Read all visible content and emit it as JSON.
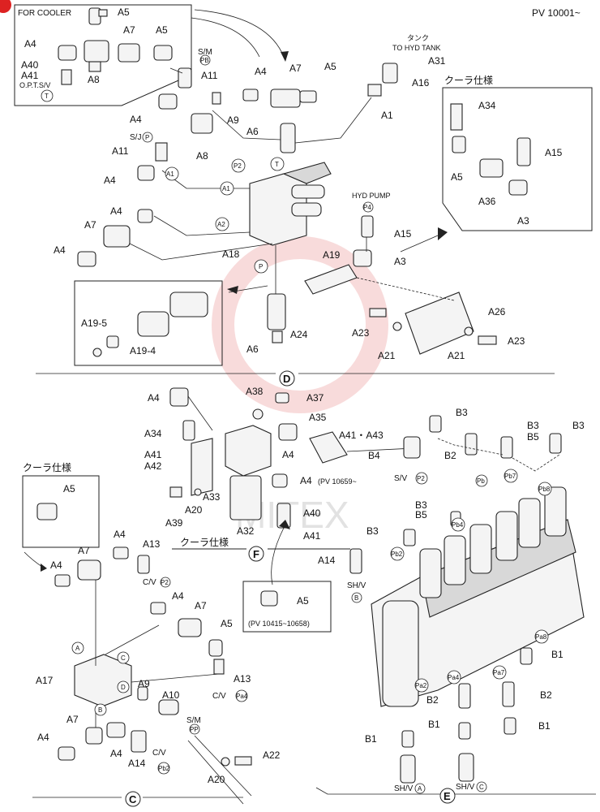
{
  "header": {
    "serial_range": "PV 10001~"
  },
  "watermark": {
    "text": "MITEX"
  },
  "top_box": {
    "title": "FOR COOLER"
  },
  "labels": {
    "a5_tb1": "A5",
    "a4_tb": "A4",
    "a8_tb": "A8",
    "a7_tb": "A7",
    "a5_tb2": "A5",
    "a40": "A40",
    "a41_tb": "A41",
    "opts": "O.P.T.S/V",
    "sm": "S/M",
    "a11_1": "A11",
    "a4_d1": "A4",
    "a7_d": "A7",
    "a5_d": "A5",
    "tank_jp": "タンク",
    "tank": "TO HYD TANK",
    "a31": "A31",
    "a16": "A16",
    "a1": "A1",
    "a4_d2": "A4",
    "a9_d": "A9",
    "a8_d": "A8",
    "a6_d1": "A6",
    "sj": "S/J",
    "a11_2": "A11",
    "a4_d3": "A4",
    "a4_d4": "A4",
    "a7_d2": "A7",
    "a4_d5": "A4",
    "a18": "A18",
    "hyd_pump": "HYD PUMP",
    "a15_d": "A15",
    "a19": "A19",
    "a3_d": "A3",
    "cooler_jp": "クーラ仕様",
    "a34_d": "A34",
    "a15_c": "A15",
    "a5_c": "A5",
    "a36": "A36",
    "a3_c": "A3",
    "a26": "A26",
    "a23_1": "A23",
    "a21_1": "A21",
    "a21_2": "A21",
    "a23_2": "A23",
    "a24": "A24",
    "a6_d2": "A6",
    "a19_5": "A19-5",
    "a19_4": "A19-4",
    "sec_d": "D",
    "a4_f1": "A4",
    "a38": "A38",
    "a37": "A37",
    "a34_f": "A34",
    "a35": "A35",
    "a41_a43": "A41・A43",
    "a41_f": "A41",
    "a42": "A42",
    "a4_f2": "A4",
    "a4_f3": "A4",
    "pv_10659": "(PV 10659~",
    "a33": "A33",
    "a20_f": "A20",
    "a39": "A39",
    "a32": "A32",
    "cooler_jp_f": "クーラ仕様",
    "a40_f": "A40",
    "a41_f2": "A41",
    "sec_f": "F",
    "a5_box": "A5",
    "pv_range_box": "(PV 10415~10658)",
    "cooler_jp_c": "クーラ仕様",
    "a5_cbox": "A5",
    "a7_c1": "A7",
    "a4_c1": "A4",
    "a4_c2": "A4",
    "a13_1": "A13",
    "cv_1": "C/V",
    "a4_c3": "A4",
    "a7_c2": "A7",
    "a5_c2": "A5",
    "a13_2": "A13",
    "cv_2": "C/V",
    "a17": "A17",
    "a9_c": "A9",
    "a10": "A10",
    "sm_c": "S/M",
    "a7_c3": "A7",
    "a4_c4": "A4",
    "a4_c5": "A4",
    "a14_c": "A14",
    "cv_3": "C/V",
    "a22": "A22",
    "a20_c": "A20",
    "sec_c": "C",
    "b3_1": "B3",
    "b3_2": "B3",
    "b3_3": "B3",
    "b5_1": "B5",
    "b4": "B4",
    "b2_1": "B2",
    "sv": "S/V",
    "b3_4": "B3",
    "b5_2": "B5",
    "b3_5": "B3",
    "a14_e": "A14",
    "shv_1": "SH/V",
    "b1_1": "B1",
    "b2_2": "B2",
    "b2_3": "B2",
    "b1_2": "B1",
    "b1_3": "B1",
    "b1_4": "B1",
    "shv_2": "SH/V",
    "shv_3": "SH/V",
    "sec_e": "E"
  },
  "circles": {
    "pb": "PB",
    "t1": "T",
    "p1": "P",
    "a1_1": "A1",
    "p2": "P2",
    "t2": "T",
    "a1_2": "A1",
    "a2": "A2",
    "p3": "P",
    "p4": "P4",
    "p2_sv": "P2",
    "pb_2": "Pb",
    "pb7": "Pb7",
    "pb8": "Pb8",
    "pb4": "Pb4",
    "pb2": "Pb2",
    "b_shv": "B",
    "pa8": "Pa8",
    "pa4": "Pa4",
    "pa7": "Pa7",
    "pa2": "Pa2",
    "a_shv": "A",
    "c_shv": "C",
    "p2_cv": "P2",
    "a_c": "A",
    "c_c": "C",
    "pa4_cv": "Pa4",
    "d_c": "D",
    "b_c": "B",
    "pp": "PP",
    "pb2_cv": "Pb2"
  }
}
